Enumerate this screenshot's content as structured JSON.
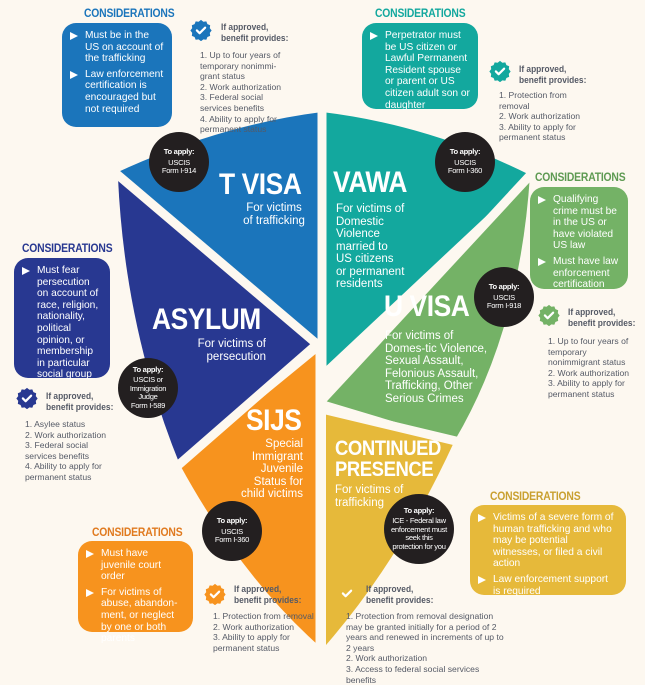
{
  "colors": {
    "t_visa": "#1b75bb",
    "vawa": "#13a89e",
    "u_visa": "#74b266",
    "continued": "#e6b93a",
    "sijs": "#f7931e",
    "asylum": "#283891",
    "background": "#fdf8f0",
    "apply_circle": "#231f20"
  },
  "common": {
    "considerations": "CONSIDERATIONS",
    "benefit_heading_1": "If approved,",
    "benefit_heading_2": "benefit provides:",
    "apply_heading": "To apply:",
    "badge_icon": "check-badge-icon",
    "bullet_icon": "triangle-bullet-icon"
  },
  "t_visa": {
    "title": "T VISA",
    "subtitle": "For victims of trafficking",
    "apply": [
      "USCIS",
      "Form I-914"
    ],
    "considerations": [
      "Must be in the US on account of the trafficking",
      "Law enforcement certification is encouraged but not required"
    ],
    "benefits": [
      "1. Up to four years of temporary nonimmi-grant status",
      "2. Work authorization",
      "3. Federal social services benefits",
      "4. Ability to apply for permanent status"
    ]
  },
  "vawa": {
    "title": "VAWA",
    "subtitle": "For victims of Domestic Violence married to US citizens or permanent residents",
    "apply": [
      "USCIS",
      "Form  I-360"
    ],
    "considerations": [
      "Perpetrator must be US citizen or Lawful Permanent Resident spouse or parent or US citizen adult son or daughter"
    ],
    "benefits": [
      "1. Protection from removal",
      "2. Work authorization",
      "3. Ability to apply for permanent status"
    ]
  },
  "u_visa": {
    "title": "U VISA",
    "subtitle": "For victims of Domes-tic Violence, Sexual Assault, Felonious Assault, Trafficking, Other Serious Crimes",
    "apply": [
      "USCIS",
      "Form I-918"
    ],
    "considerations": [
      "Qualifying crime must be in the US or have violated US law",
      "Must have law enforcement certification"
    ],
    "benefits": [
      "1. Up to four years of temporary nonimmigrant status",
      "2. Work authorization",
      "3. Ability to apply for permanent status"
    ]
  },
  "asylum": {
    "title": "ASYLUM",
    "subtitle": "For victims of persecution",
    "apply": [
      "USCIS or Immigration Judge",
      "Form I-589"
    ],
    "considerations": [
      "Must fear persecution on account of race, religion, nationality, political opinion, or membership in particular social group"
    ],
    "benefits": [
      "1. Asylee status",
      "2. Work authorization",
      "3. Federal social services benefits",
      "4. Ability to apply for permanent status"
    ]
  },
  "sijs": {
    "title": "SIJS",
    "subtitle": "Special Immigrant Juvenile Status for child victims",
    "apply": [
      "USCIS",
      "Form I-360"
    ],
    "considerations": [
      "Must have juvenile court order",
      "For victims of abuse, abandon-ment, or neglect by one or both parents"
    ],
    "benefits": [
      "1. Protection from removal",
      "2. Work authorization",
      "3. Ability to apply for permanent status"
    ]
  },
  "continued": {
    "title_1": "CONTINUED",
    "title_2": "PRESENCE",
    "subtitle": "For victims of trafficking",
    "apply": [
      "ICE - Federal law enforcement must seek this protection for you"
    ],
    "considerations": [
      "Victims of a severe form of human trafficking and who may be potential witnesses, or filed a civil action",
      "Law enforcement support is required"
    ],
    "benefits": [
      "1. Protection from removal designation may be granted initially for a period of 2 years and renewed in increments of up to 2 years",
      "2. Work authorization",
      "3. Access to federal social services benefits"
    ]
  }
}
